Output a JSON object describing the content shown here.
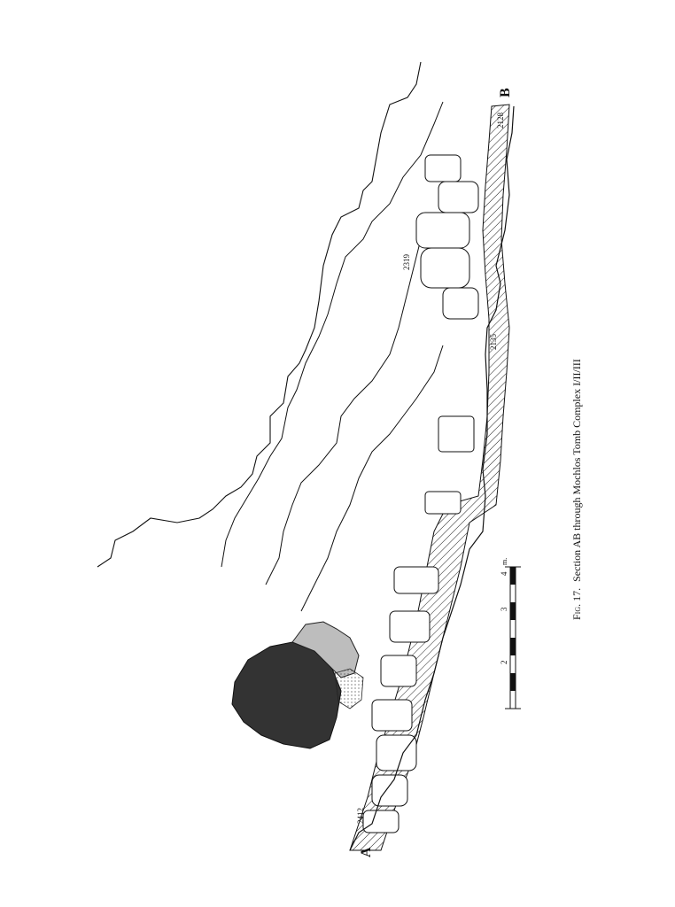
{
  "figure": {
    "caption_prefix": "Fig. 17.",
    "caption_text": "Section AB through Mochlos Tomb Complex I/II/III"
  },
  "section_labels": {
    "start": "A",
    "end": "B"
  },
  "elevations": [
    "2412",
    "2319",
    "2135",
    "2128"
  ],
  "scale_bar": {
    "ticks": [
      "2",
      "3",
      "4"
    ],
    "unit": "m."
  }
}
